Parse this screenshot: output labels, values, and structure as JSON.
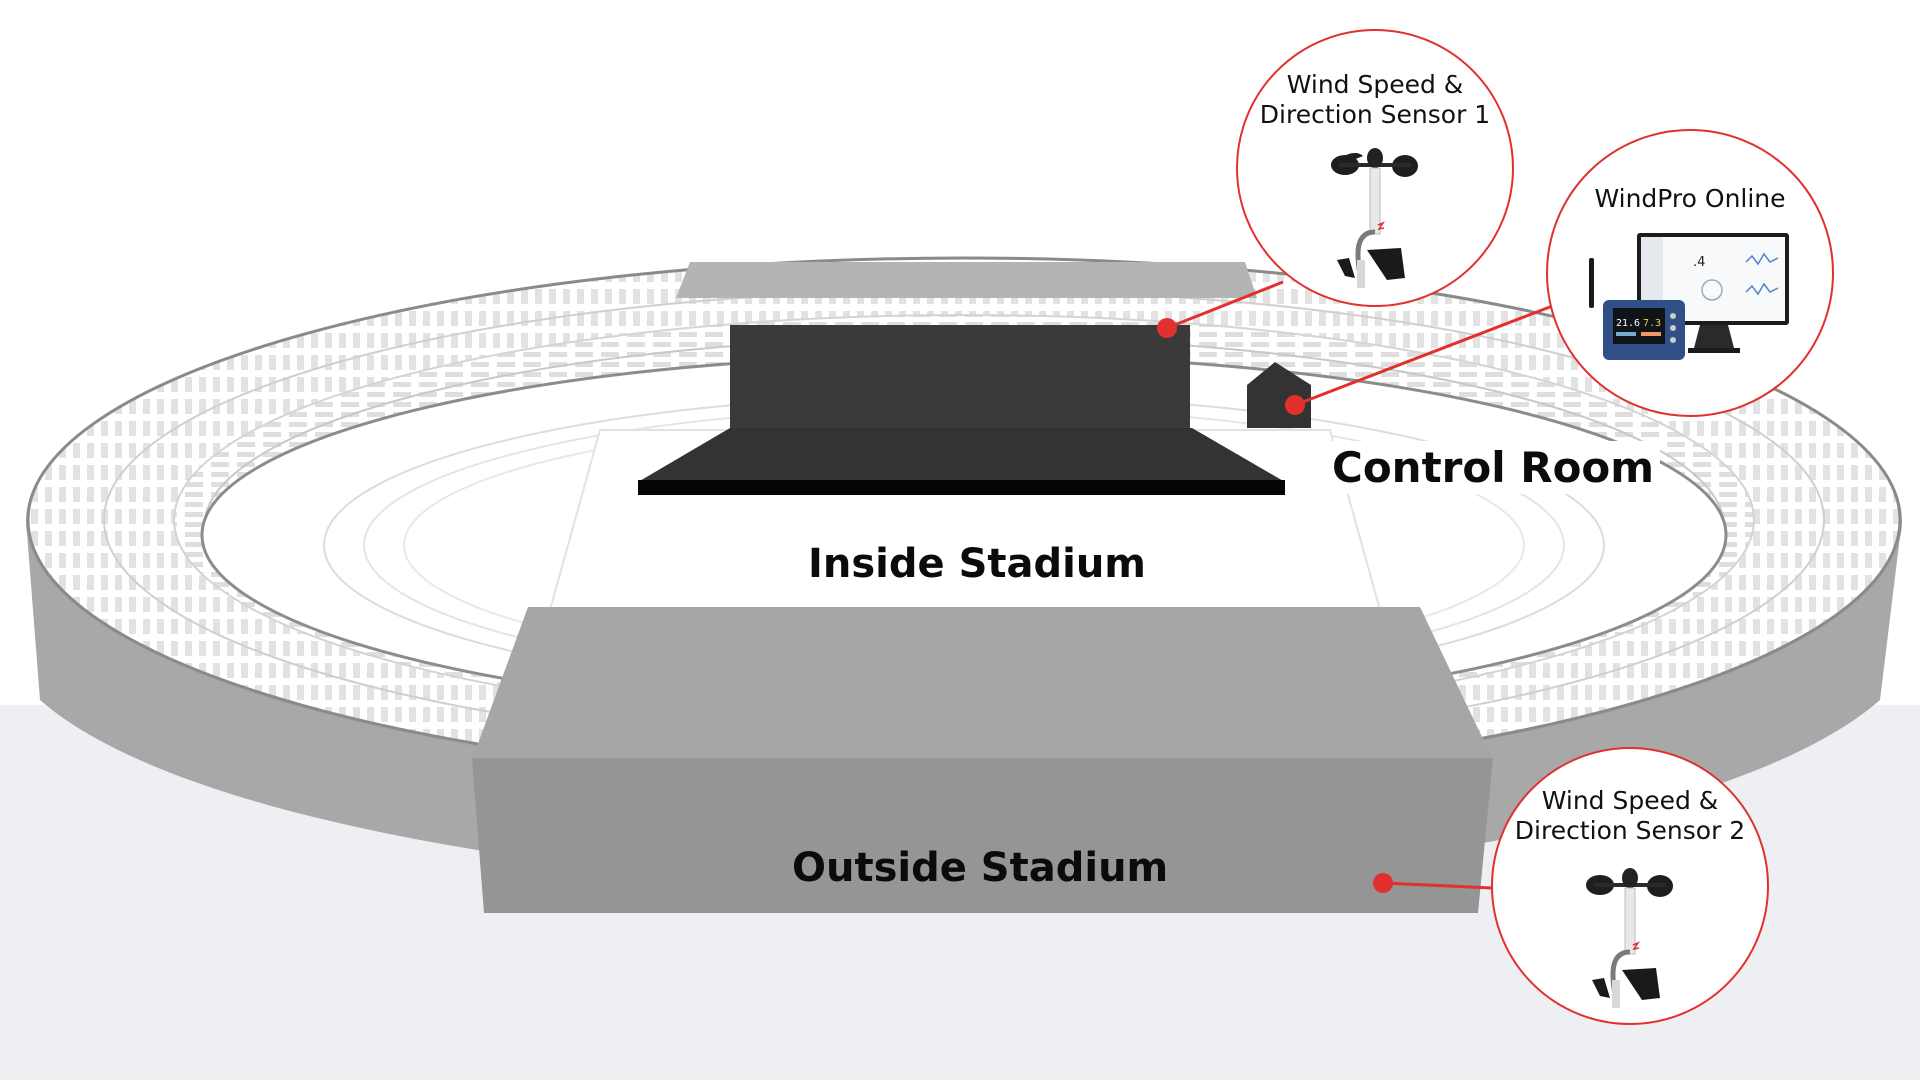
{
  "labels": {
    "control_room": "Control Room",
    "inside_stadium": "Inside Stadium",
    "outside_stadium": "Outside Stadium"
  },
  "callouts": {
    "sensor1": {
      "line1": "Wind Speed &",
      "line2": "Direction Sensor 1"
    },
    "windpro": {
      "title": "WindPro Online",
      "screen_reading_1": ".4",
      "screen_reading_2": "21.6",
      "screen_reading_3": "7.3"
    },
    "sensor2": {
      "line1": "Wind Speed &",
      "line2": "Direction Sensor 2"
    }
  },
  "colors": {
    "accent": "#e2302e",
    "grandstand": "#3b3b3b",
    "outside_block": "#9a9a9a",
    "ground": "#eeeff2",
    "stadium_outer": "#a9a9a9"
  }
}
